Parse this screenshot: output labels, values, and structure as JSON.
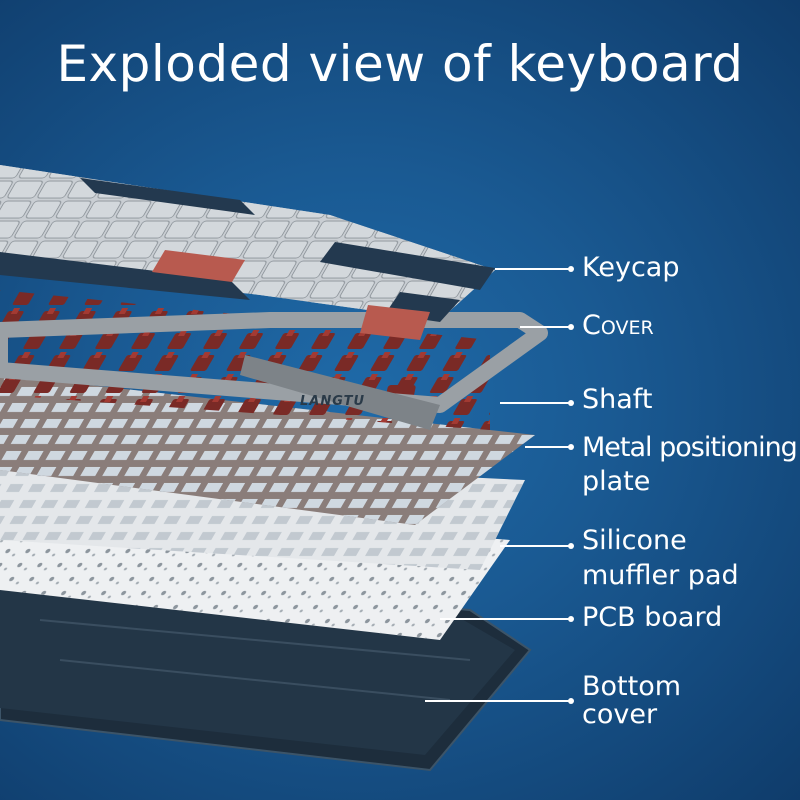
{
  "title": "Exploded view of keyboard",
  "brand": "LANGTU",
  "colors": {
    "background": "#1a5a93",
    "keycap_light": "#c9ced3",
    "keycap_dark": "#23394f",
    "keycap_accent": "#b85a4f",
    "switch": "#7a2a26",
    "cover": "#8e9499",
    "plate": "#8a7d7a",
    "pad": "#e4e7ea",
    "pcb": "#eef0f2",
    "bottom": "#1d2d3c"
  },
  "layers": [
    {
      "label": "Keycap"
    },
    {
      "label": "Cover"
    },
    {
      "label": "Shaft"
    },
    {
      "label": "Metal positioning",
      "label2": "plate"
    },
    {
      "label": "Silicone",
      "label2": "muffler pad"
    },
    {
      "label": "PCB board"
    },
    {
      "label": "Bottom",
      "label2": "cover"
    }
  ]
}
